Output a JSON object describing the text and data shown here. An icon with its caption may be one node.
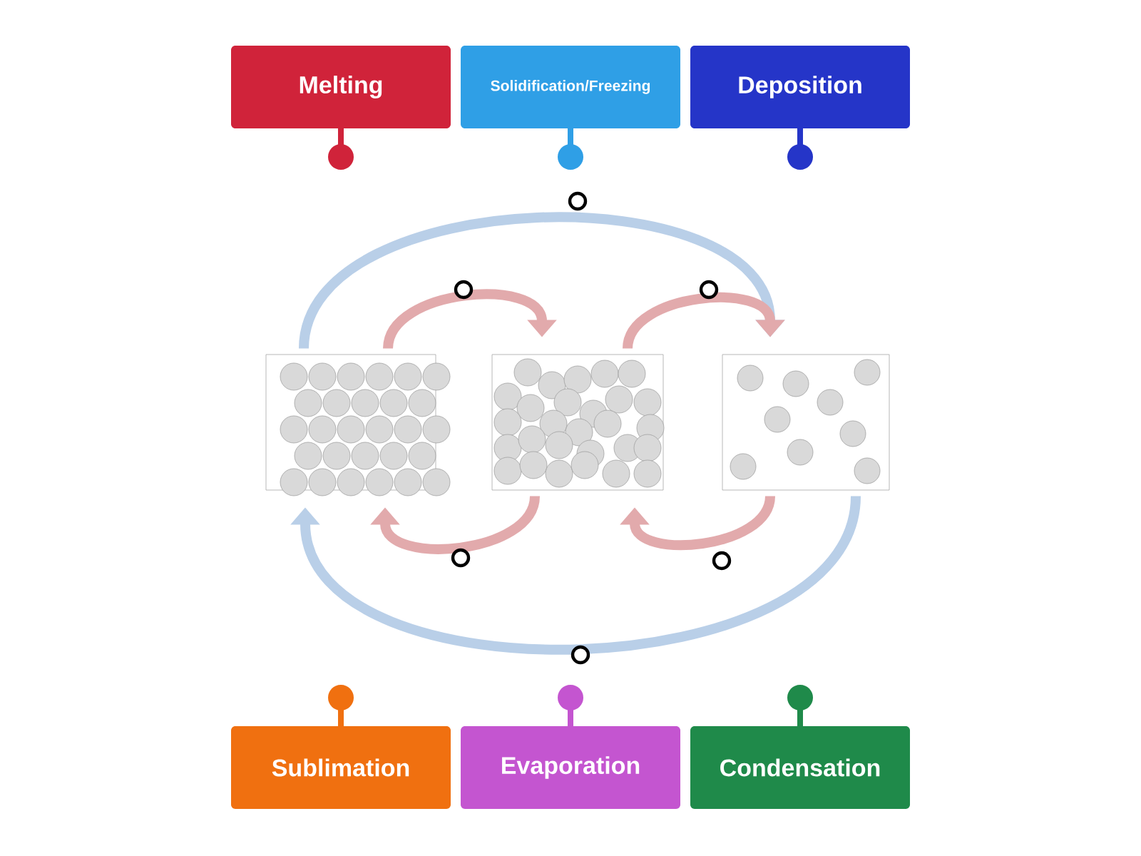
{
  "diagram": {
    "nodes": [
      {
        "text": [
          "Melting"
        ]
      },
      {
        "text": [
          "Solidification/Freezing"
        ]
      },
      {
        "text": [
          "Deposition"
        ]
      },
      {
        "text": [
          "Sublimation"
        ]
      },
      {
        "text": [
          "Evaporation"
        ]
      },
      {
        "text": [
          "Condensation"
        ]
      },
      {
        "text": [],
        "shape": "box"
      },
      {
        "text": [],
        "shape": "box"
      },
      {
        "text": [],
        "shape": "box"
      }
    ],
    "edges": [
      {
        "from": 6,
        "to": 8,
        "arrow": "to",
        "color": "#b9cfe8"
      },
      {
        "from": 6,
        "to": 7,
        "arrow": "to"
      },
      {
        "from": 7,
        "to": 8,
        "arrow": "to"
      },
      {
        "from": 7,
        "to": 6,
        "arrow": "to"
      },
      {
        "from": 8,
        "to": 7,
        "arrow": "to"
      },
      {
        "from": 8,
        "to": 6,
        "arrow": "to",
        "color": "#b9cfe8"
      }
    ]
  }
}
